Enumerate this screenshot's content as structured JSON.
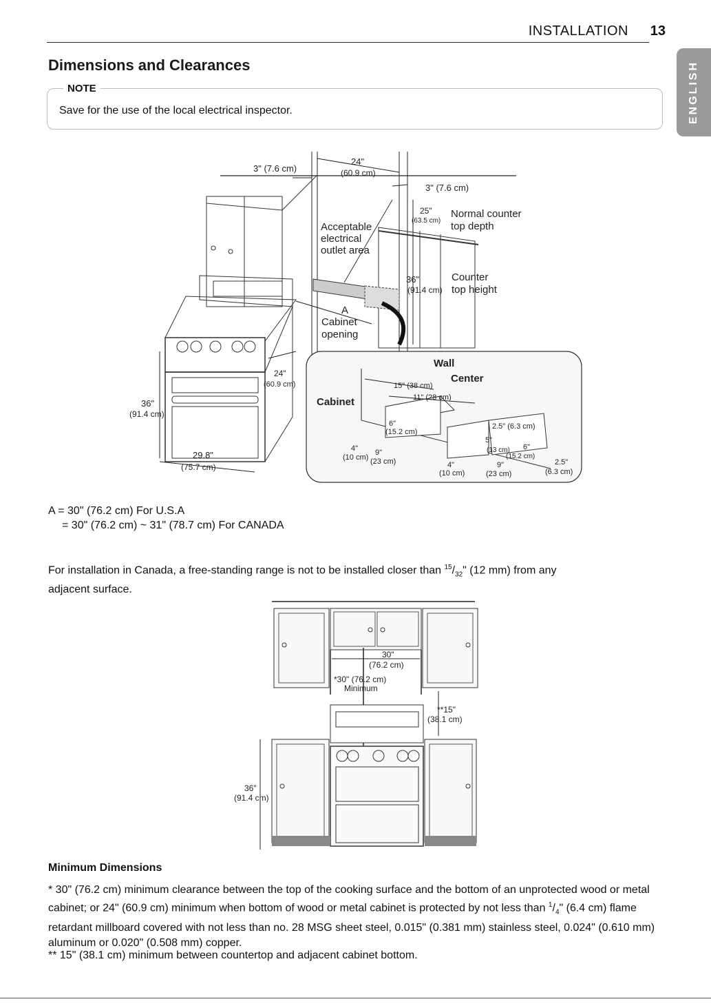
{
  "header": {
    "section": "INSTALLATION",
    "page": "13"
  },
  "lang_tab": "ENGLISH",
  "title": "Dimensions and Clearances",
  "note": {
    "label": "NOTE",
    "text": "Save for the use of the local electrical inspector."
  },
  "diagram1": {
    "top_left_clearance": "3\" (7.6 cm)",
    "top_width": "24\"",
    "top_width_cm": "(60.9 cm)",
    "top_right_clearance": "3\" (7.6 cm)",
    "outlet_area": [
      "Acceptable",
      "electrical",
      "outlet area"
    ],
    "depth_in": "25\"",
    "depth_cm": "(63.5 cm)",
    "counter_depth": [
      "Normal counter",
      "top depth"
    ],
    "height_in": "36\"",
    "height_cm": "(91.4 cm)",
    "counter_height": [
      "Counter",
      "top height"
    ],
    "cabinet_letter": "A",
    "cabinet_opening": [
      "Cabinet",
      "opening"
    ],
    "range_depth_in": "24\"",
    "range_depth_cm": "(60.9 cm)",
    "range_height_in": "36\"",
    "range_height_cm": "(91.4 cm)",
    "range_width_in": "29.8\"",
    "range_width_cm": "(75.7 cm)",
    "detail": {
      "wall": "Wall",
      "center": "Center",
      "cabinet": "Cabinet",
      "d15": "15\" (38 cm)",
      "d11": "11\" (28 cm)",
      "d6a": "6\"",
      "d6a_cm": "(15.2 cm)",
      "d25a": "2.5\" (6.3 cm)",
      "d5": "5\"",
      "d5_cm": "(13 cm)",
      "d6b": "6\"",
      "d6b_cm": "(15.2 cm)",
      "d4a": "4\"",
      "d4a_cm": "(10 cm)",
      "d9a": "9\"",
      "d9a_cm": "(23 cm)",
      "d4b": "4\"",
      "d4b_cm": "(10 cm)",
      "d9b": "9\"",
      "d9b_cm": "(23 cm)",
      "d25b": "2.5\"",
      "d25b_cm": "(6.3 cm)"
    }
  },
  "a_spec": {
    "line1": "A = 30\" (76.2 cm) For U.S.A",
    "line2": "= 30\" (76.2 cm) ~ 31\" (78.7 cm) For CANADA"
  },
  "canada": {
    "text_before": "For installation in Canada, a free-standing range is not to be installed closer than ",
    "frac_num": "15",
    "frac_den": "32",
    "text_after": "\" (12 mm) from any",
    "line2": "adjacent surface."
  },
  "diagram2": {
    "width_in": "30\"",
    "width_cm": "(76.2 cm)",
    "min_label": "*30\" (76.2 cm)",
    "min_word": "Minimum",
    "side_in": "**15\"",
    "side_cm": "(38.1 cm)",
    "height_in": "36\"",
    "height_cm": "(91.4 cm)"
  },
  "minimum": {
    "heading": "Minimum Dimensions",
    "p1_a": "* 30\" (76.2 cm) minimum clearance between the top of the cooking surface and the bottom of an unprotected wood or metal cabinet; or 24\" (60.9 cm) minimum when bottom of wood or metal cabinet is protected by not less than ",
    "p1_num": "1",
    "p1_den": "4",
    "p1_b": "\" (6.4 cm) flame retardant millboard covered with not less than no. 28 MSG sheet steel, 0.015\" (0.381 mm) stainless steel, 0.024\" (0.610 mm) aluminum or 0.020\" (0.508 mm) copper.",
    "p2": "** 15\" (38.1 cm) minimum between countertop and adjacent cabinet bottom."
  }
}
